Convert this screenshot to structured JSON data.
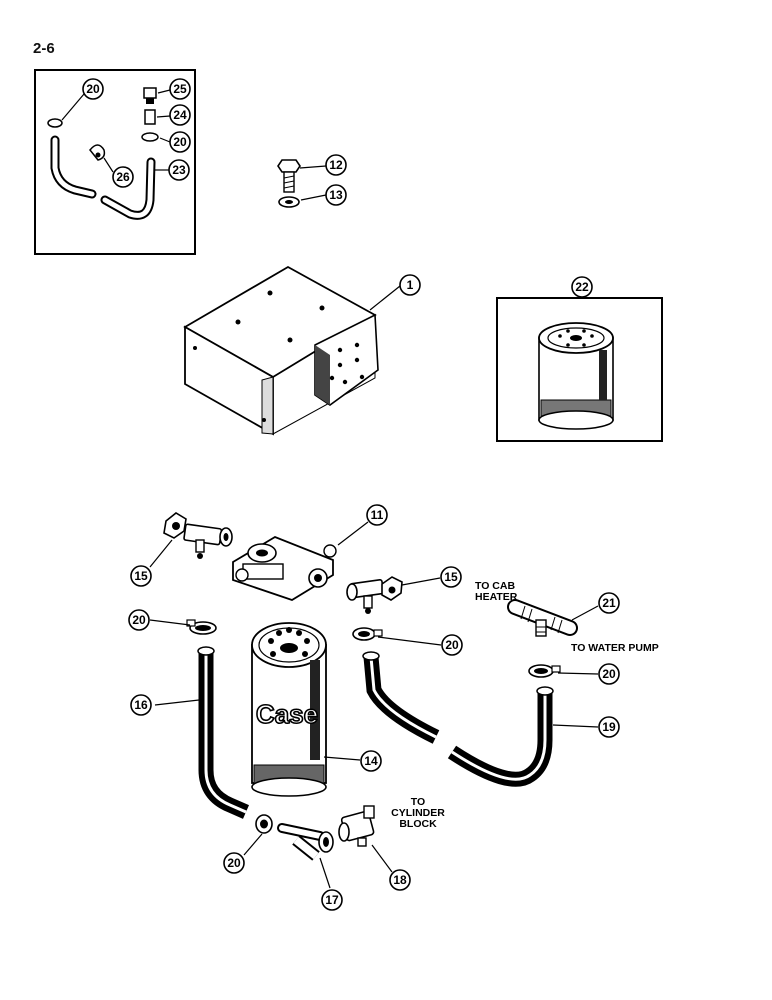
{
  "page_number": "2-6",
  "callouts": {
    "c1": "1",
    "c11": "11",
    "c12": "12",
    "c13": "13",
    "c14": "14",
    "c15a": "15",
    "c15b": "15",
    "c16": "16",
    "c17": "17",
    "c18": "18",
    "c19": "19",
    "c20a": "20",
    "c20b": "20",
    "c20c": "20",
    "c20d": "20",
    "c20e": "20",
    "c20f": "20",
    "c21": "21",
    "c22": "22",
    "c23": "23",
    "c24": "24",
    "c25": "25",
    "c26": "26"
  },
  "labels": {
    "to_cab_heater_1": "TO CAB",
    "to_cab_heater_2": "HEATER",
    "to_water_pump": "TO WATER PUMP",
    "to_cyl_1": "TO",
    "to_cyl_2": "CYLINDER",
    "to_cyl_3": "BLOCK"
  },
  "filter_brand": "Case"
}
